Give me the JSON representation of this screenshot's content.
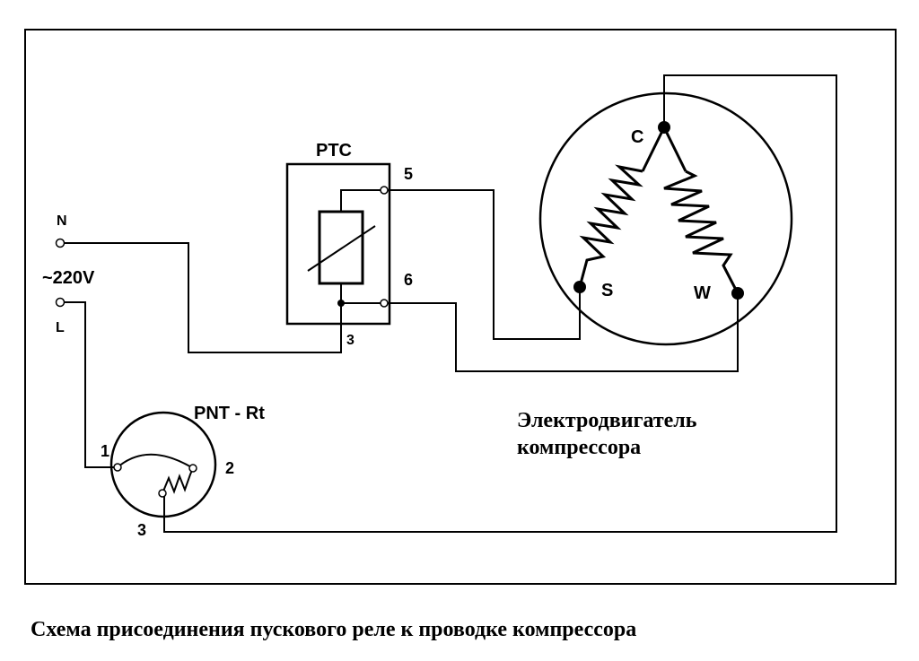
{
  "ptc": {
    "label": "PTC"
  },
  "terminals": {
    "t5": "5",
    "t6": "6",
    "t3": "3"
  },
  "supply": {
    "n": "N",
    "voltage": "~220V",
    "l": "L"
  },
  "motor": {
    "c": "C",
    "s": "S",
    "w": "W",
    "caption_line1": "Электродвигатель",
    "caption_line2": "компрессора"
  },
  "protector": {
    "label": "PNT - Rt",
    "pin1": "1",
    "pin2": "2",
    "pin3": "3"
  },
  "caption": "Схема присоединения пускового реле к проводке компрессора"
}
